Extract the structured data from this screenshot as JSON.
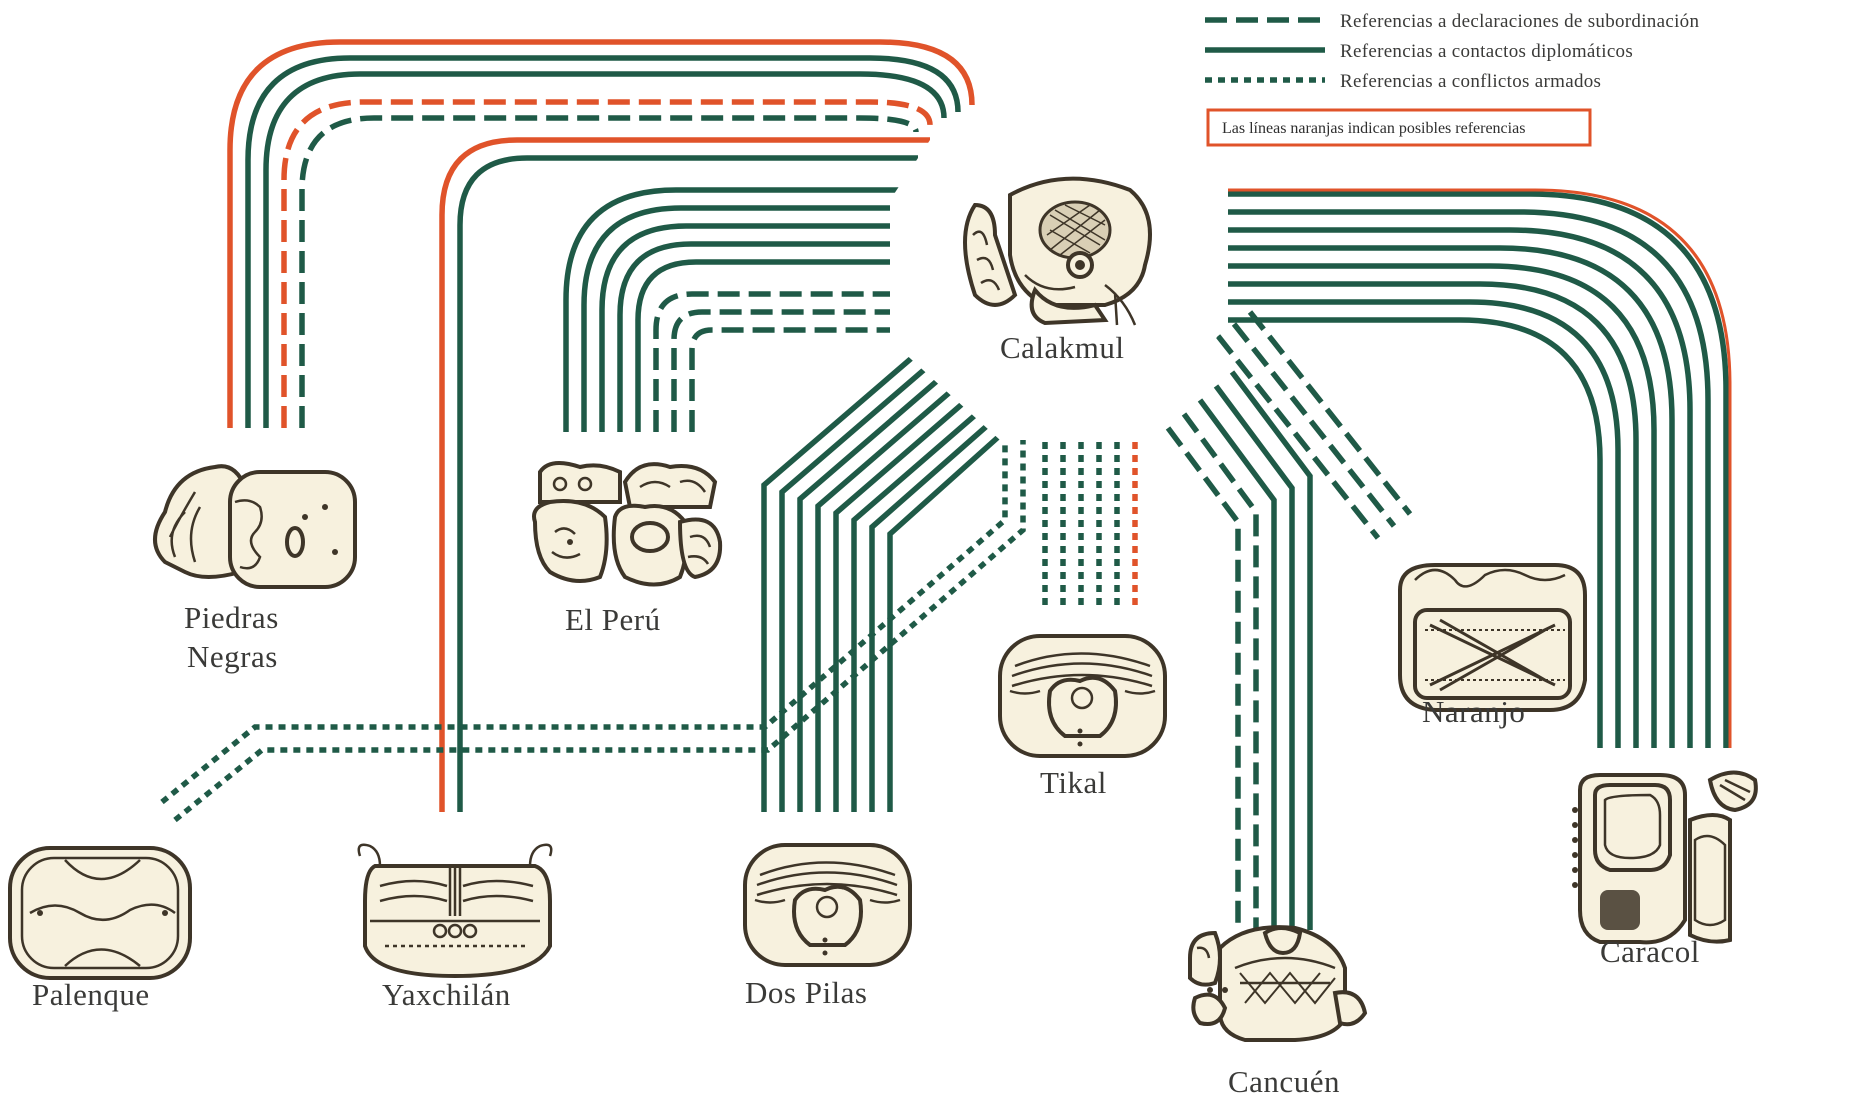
{
  "colors": {
    "green": "#1f5a47",
    "orange": "#e0532a",
    "glyph_stroke": "#3e3528",
    "glyph_fill": "#f7f1de",
    "text": "#3a3a38"
  },
  "legend": {
    "subordination": "Referencias a declaraciones de subordinación",
    "diplomatic": "Referencias a contactos diplomáticos",
    "conflict": "Referencias a conflictos armados",
    "note": "Las líneas naranjas indican posibles referencias"
  },
  "sites": {
    "calakmul": "Calakmul",
    "piedras_negras_1": "Piedras",
    "piedras_negras_2": "Negras",
    "el_peru": "El Perú",
    "tikal": "Tikal",
    "naranjo": "Naranjo",
    "caracol": "Caracol",
    "palenque": "Palenque",
    "yaxchilan": "Yaxchilán",
    "dos_pilas": "Dos Pilas",
    "cancuen": "Cancuén"
  },
  "glyph_icons": [
    "calakmul-glyph-icon",
    "piedras-negras-glyph-icon",
    "el-peru-glyph-icon",
    "tikal-glyph-icon",
    "naranjo-glyph-icon",
    "caracol-glyph-icon",
    "palenque-glyph-icon",
    "yaxchilan-glyph-icon",
    "dos-pilas-glyph-icon",
    "cancuen-glyph-icon"
  ]
}
